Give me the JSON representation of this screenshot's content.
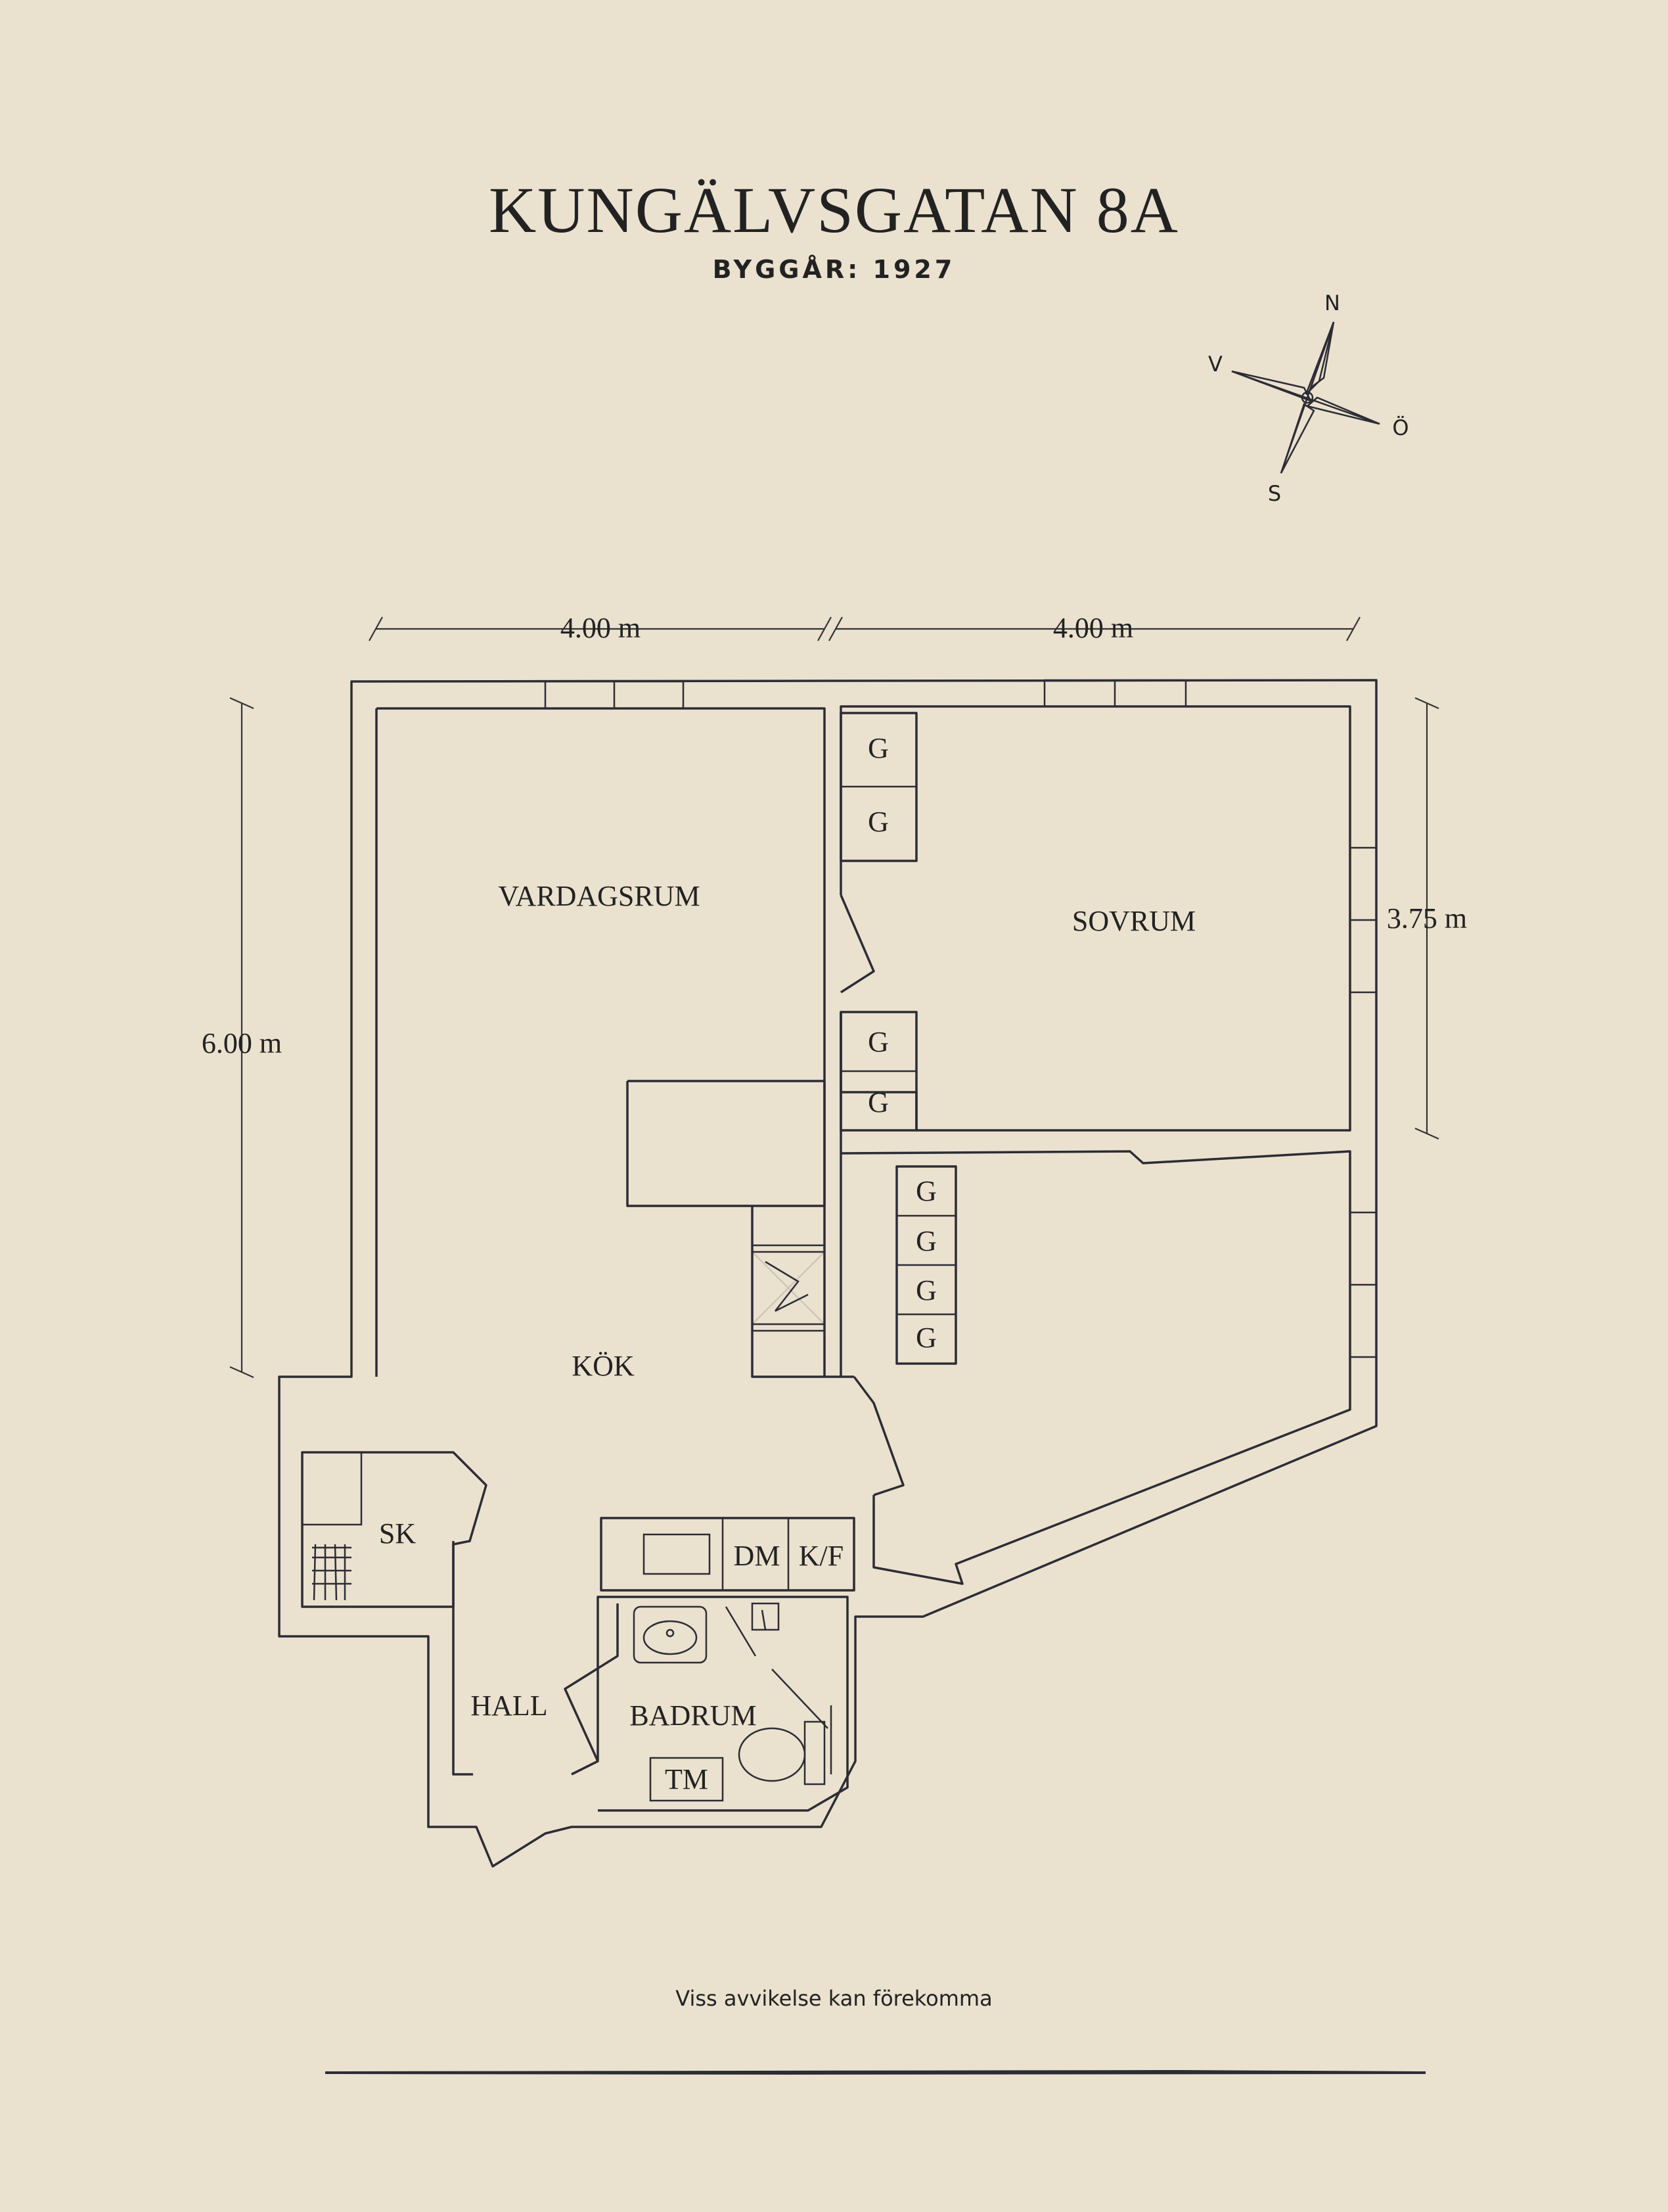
{
  "header": {
    "title": "KUNGÄLVSGATAN 8A",
    "subtitle": "BYGGÅR: 1927"
  },
  "compass": {
    "north": "N",
    "west": "V",
    "east": "Ö",
    "south": "S"
  },
  "dimensions": {
    "top_left": "4.00 m",
    "top_right": "4.00 m",
    "left": "6.00 m",
    "right": "3.75 m"
  },
  "rooms": {
    "vardagsrum": "VARDAGSRUM",
    "sovrum": "SOVRUM",
    "kok": "KÖK",
    "sk": "SK",
    "hall": "HALL",
    "badrum": "BADRUM",
    "dm": "DM",
    "kf": "K/F",
    "tm": "TM"
  },
  "closets": {
    "g1": "G",
    "g2": "G",
    "g3": "G",
    "g4": "G",
    "g5": "G",
    "g6": "G",
    "g7": "G",
    "g8": "G"
  },
  "footer": {
    "disclaimer": "Viss avvikelse kan förekomma"
  },
  "colors": {
    "background": "#eae1cf",
    "ink": "#2c2c34"
  }
}
